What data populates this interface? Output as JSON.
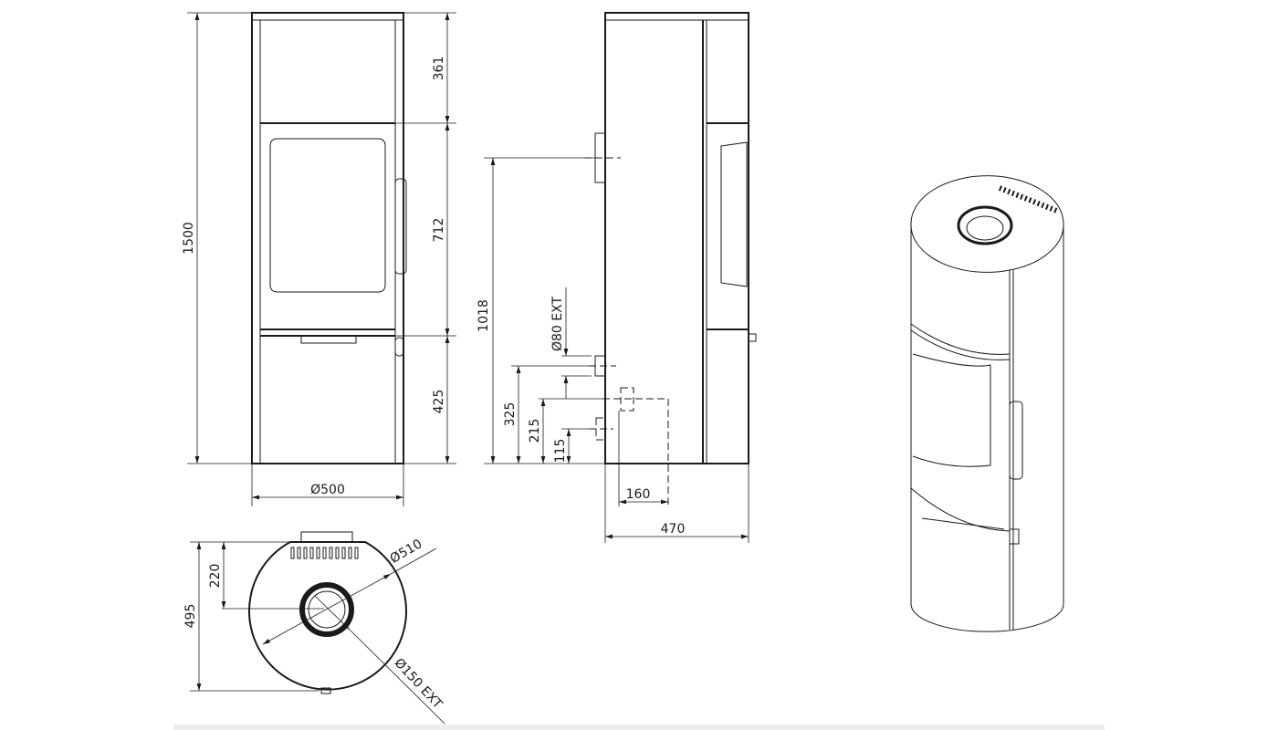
{
  "front_view": {
    "height": "1500",
    "top_section": "361",
    "door_section": "712",
    "bottom_section": "425",
    "diameter": "Ø500"
  },
  "side_view": {
    "flue_height": "1018",
    "air_inlet_height": "325",
    "rear_outlet_height": "215",
    "low_inlet_height": "115",
    "air_inlet_diameter": "Ø80 EXT",
    "rear_offset": "160",
    "depth": "470"
  },
  "top_view": {
    "depth": "495",
    "flue_offset": "220",
    "outer_diameter": "Ø510",
    "flue_diameter": "Ø150 EXT"
  }
}
